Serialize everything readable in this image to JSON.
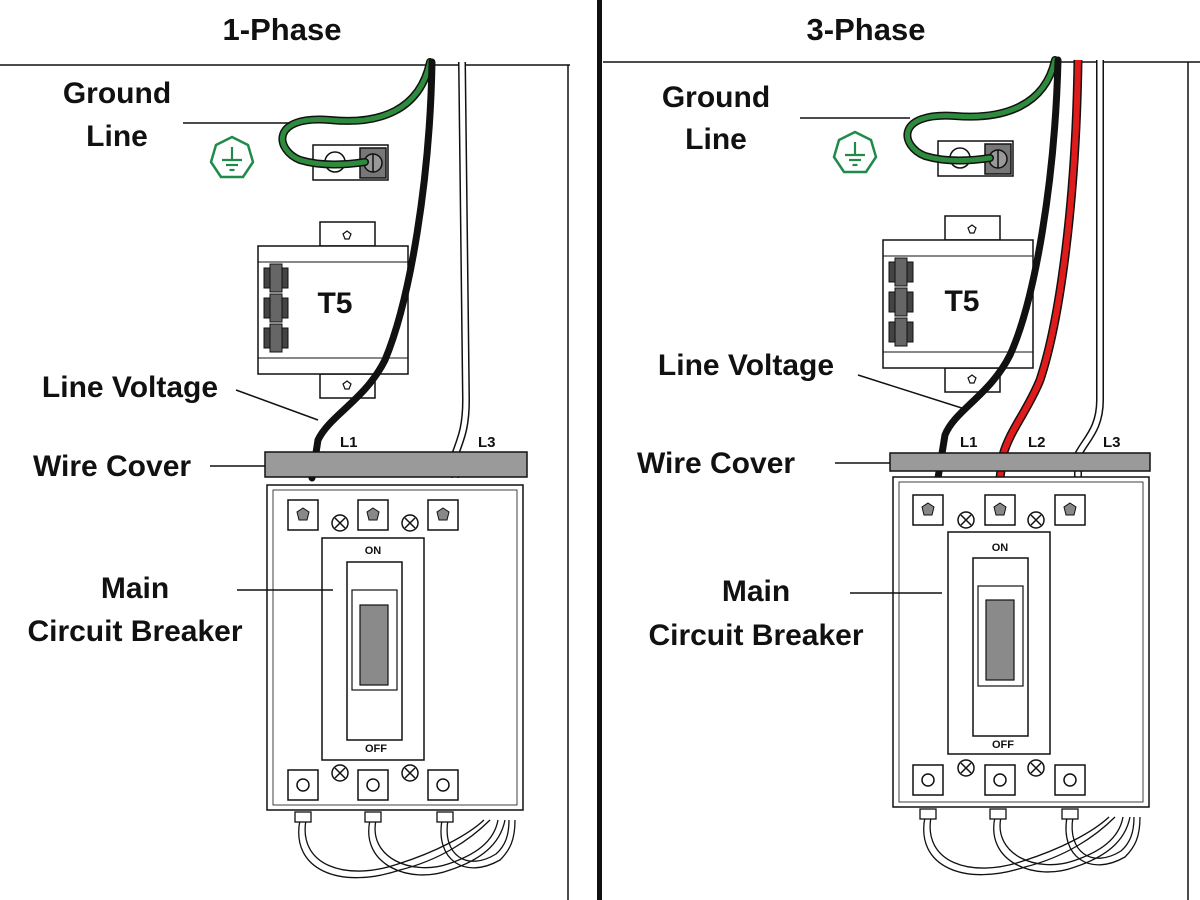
{
  "panels": [
    {
      "title": "1-Phase",
      "labels": {
        "ground_line_1": "Ground",
        "ground_line_2": "Line",
        "transformer": "T5",
        "line_voltage": "Line Voltage",
        "wire_cover": "Wire Cover",
        "breaker_1": "Main",
        "breaker_2": "Circuit Breaker",
        "on": "ON",
        "off": "OFF"
      },
      "terminals": [
        "L1",
        "L3"
      ]
    },
    {
      "title": "3-Phase",
      "labels": {
        "ground_line_1": "Ground",
        "ground_line_2": "Line",
        "transformer": "T5",
        "line_voltage": "Line Voltage",
        "wire_cover": "Wire Cover",
        "breaker_1": "Main",
        "breaker_2": "Circuit Breaker",
        "on": "ON",
        "off": "OFF"
      },
      "terminals": [
        "L1",
        "L2",
        "L3"
      ]
    }
  ],
  "icons": {
    "ground_symbol": "ground-icon"
  },
  "colors": {
    "ground_wire": "#2e8b3d",
    "ground_symbol": "#1f8a4c",
    "wire_l1": "#111111",
    "wire_l2": "#e01b1b",
    "wire_l3": "#ffffff",
    "wire_cover": "#9a9a9a",
    "breaker_handle": "#8a8a8a"
  }
}
